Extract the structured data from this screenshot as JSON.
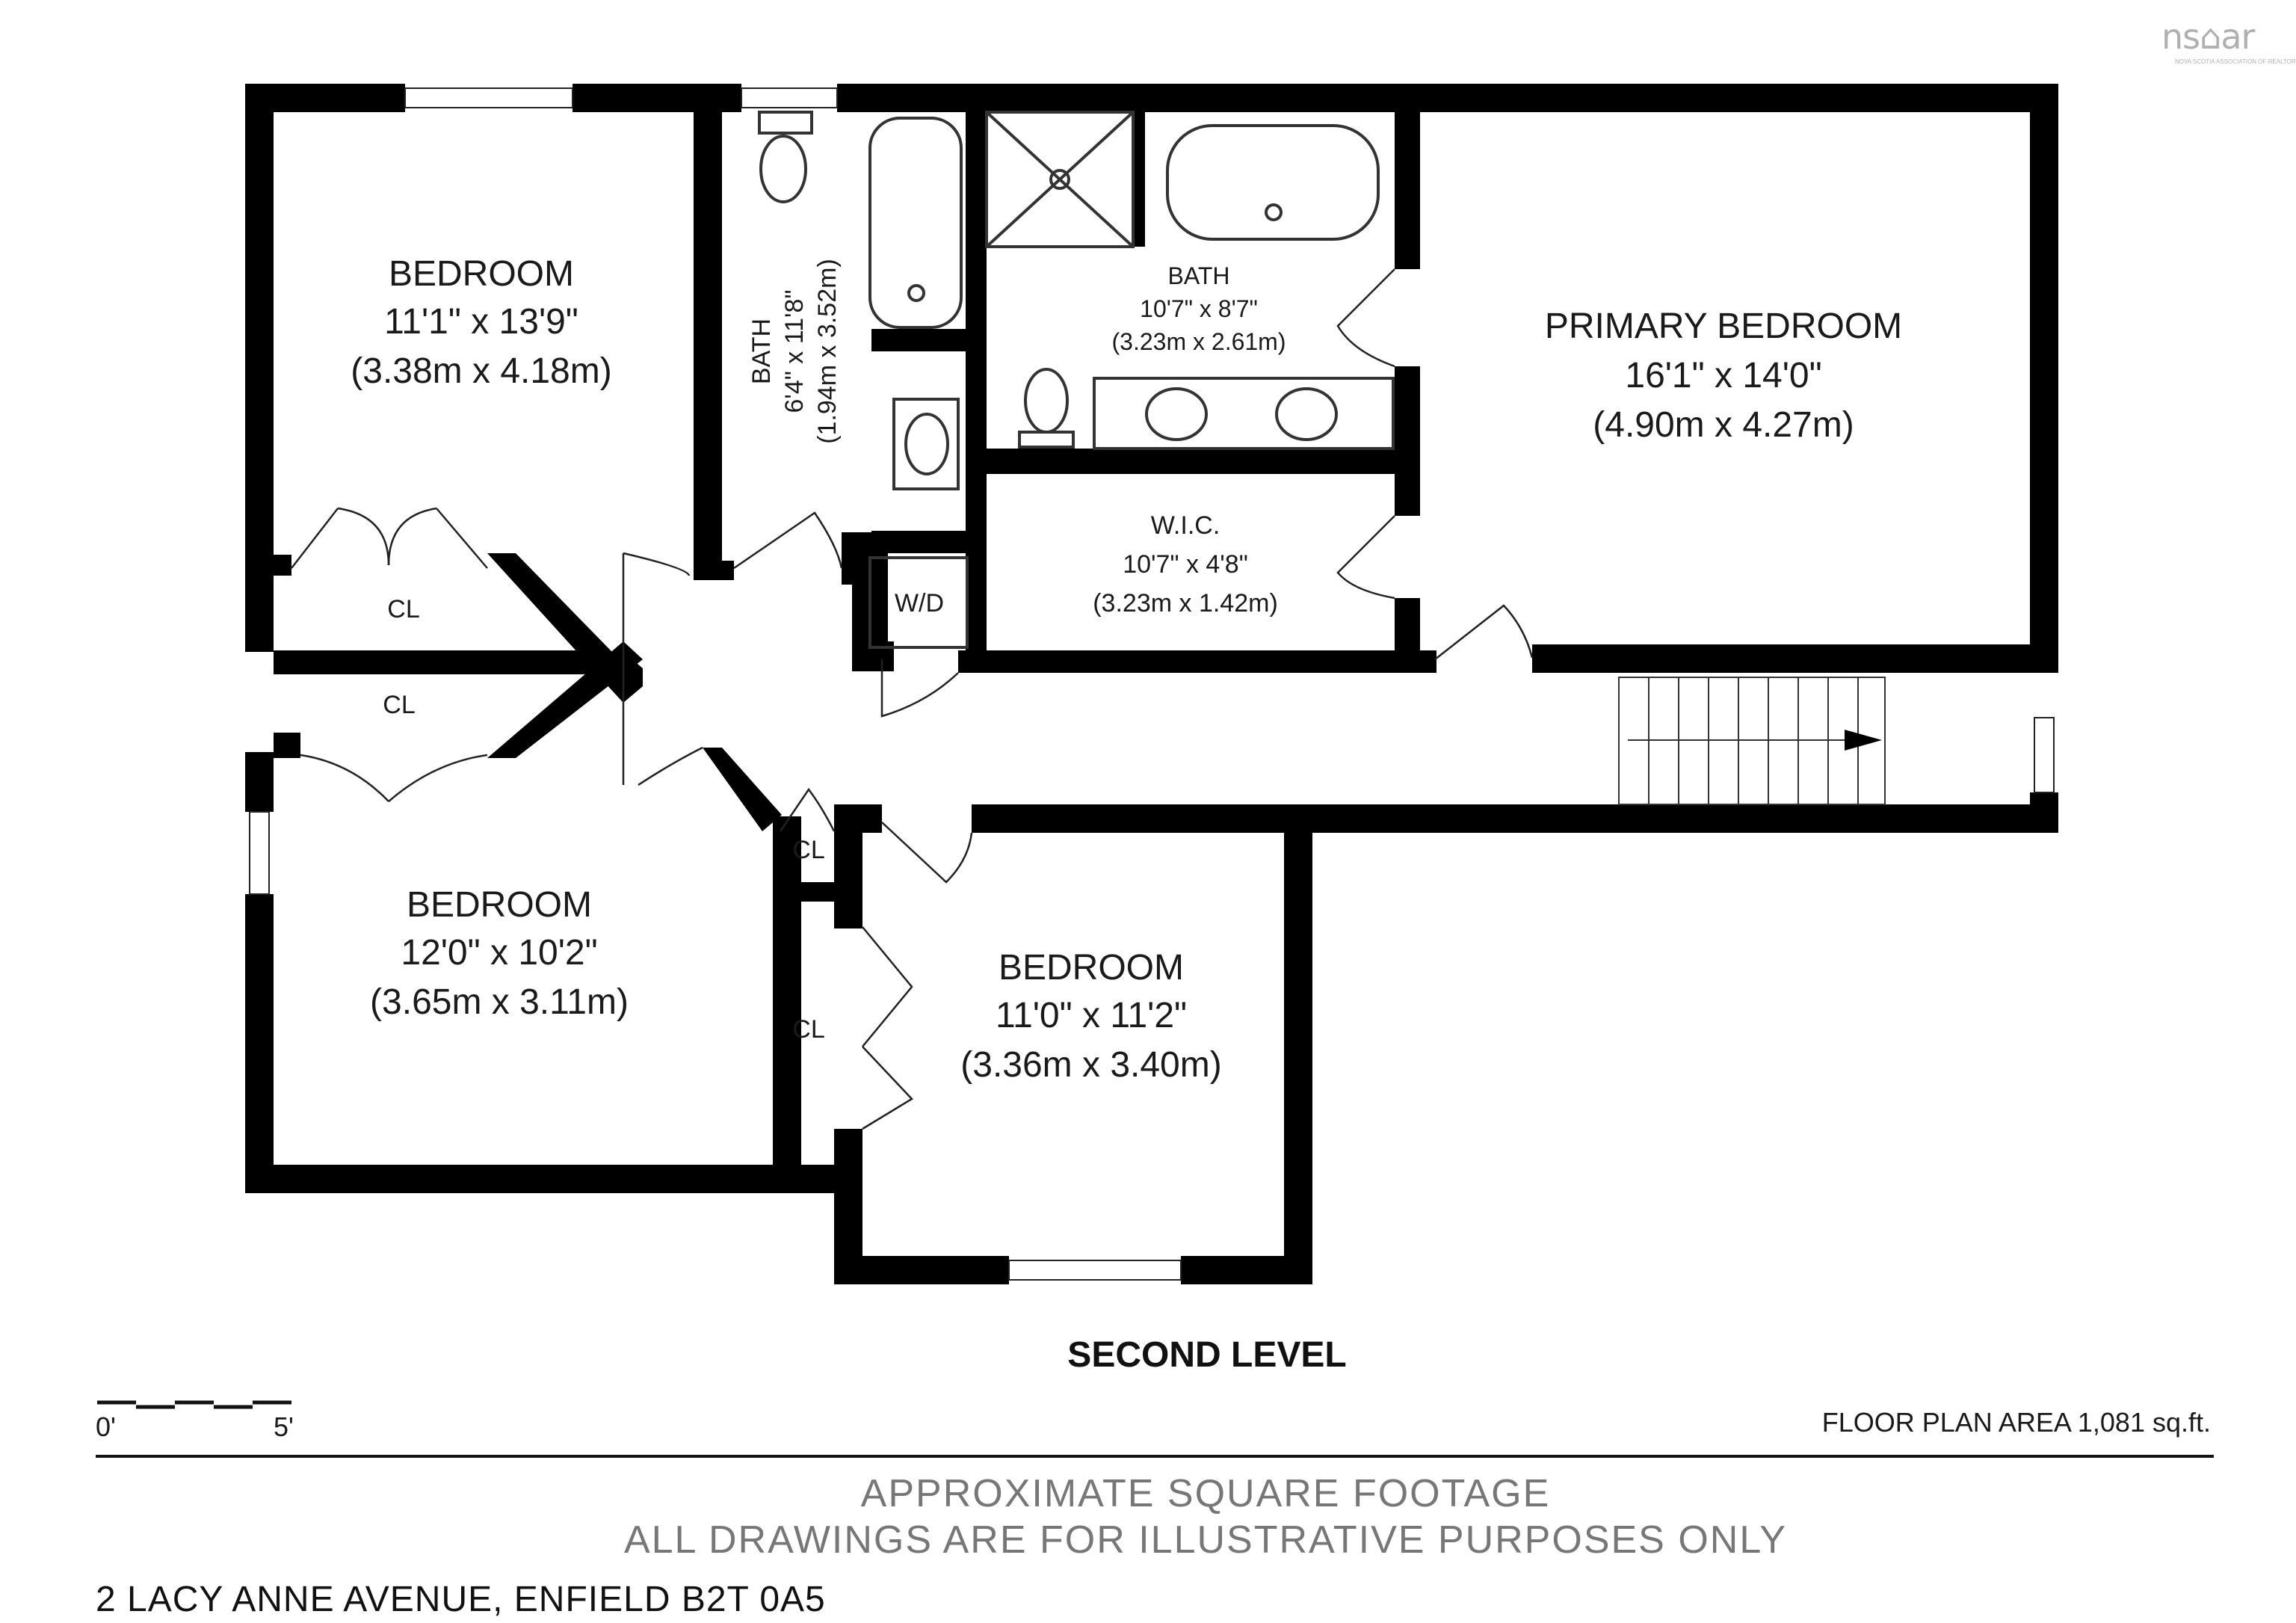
{
  "rooms": {
    "bedroom_nw": {
      "name": "BEDROOM",
      "imperial": "11'1\" x 13'9\"",
      "metric": "(3.38m x 4.18m)"
    },
    "bath_small": {
      "name": "BATH",
      "imperial": "6'4\" x 11'8\"",
      "metric": "(1.94m x 3.52m)"
    },
    "bath_ensuite": {
      "name": "BATH",
      "imperial": "10'7\" x 8'7\"",
      "metric": "(3.23m x 2.61m)"
    },
    "primary_bedroom": {
      "name": "PRIMARY BEDROOM",
      "imperial": "16'1\" x 14'0\"",
      "metric": "(4.90m x 4.27m)"
    },
    "wic": {
      "name": "W.I.C.",
      "imperial": "10'7\" x 4'8\"",
      "metric": "(3.23m x 1.42m)"
    },
    "laundry": {
      "name": "W/D"
    },
    "closet_1": {
      "name": "CL"
    },
    "closet_2": {
      "name": "CL"
    },
    "closet_3": {
      "name": "CL"
    },
    "closet_4": {
      "name": "CL"
    },
    "bedroom_sw": {
      "name": "BEDROOM",
      "imperial": "12'0\" x 10'2\"",
      "metric": "(3.65m x 3.11m)"
    },
    "bedroom_s": {
      "name": "BEDROOM",
      "imperial": "11'0\" x 11'2\"",
      "metric": "(3.36m x 3.40m)"
    }
  },
  "level_title": "SECOND LEVEL",
  "scale": {
    "start": "0'",
    "end": "5'"
  },
  "area": "FLOOR PLAN AREA 1,081 sq.ft.",
  "disclaimer": [
    "APPROXIMATE SQUARE FOOTAGE",
    "ALL DRAWINGS ARE FOR ILLUSTRATIVE PURPOSES ONLY"
  ],
  "address": "2 LACY ANNE AVENUE, ENFIELD B2T 0A5",
  "logo": {
    "mark": "ns⌂ar",
    "subtitle": "NOVA SCOTIA ASSOCIATION OF REALTORS"
  },
  "colors": {
    "wall": "#000000",
    "text": "#1a1a1a",
    "disclaimer": "#777777"
  }
}
